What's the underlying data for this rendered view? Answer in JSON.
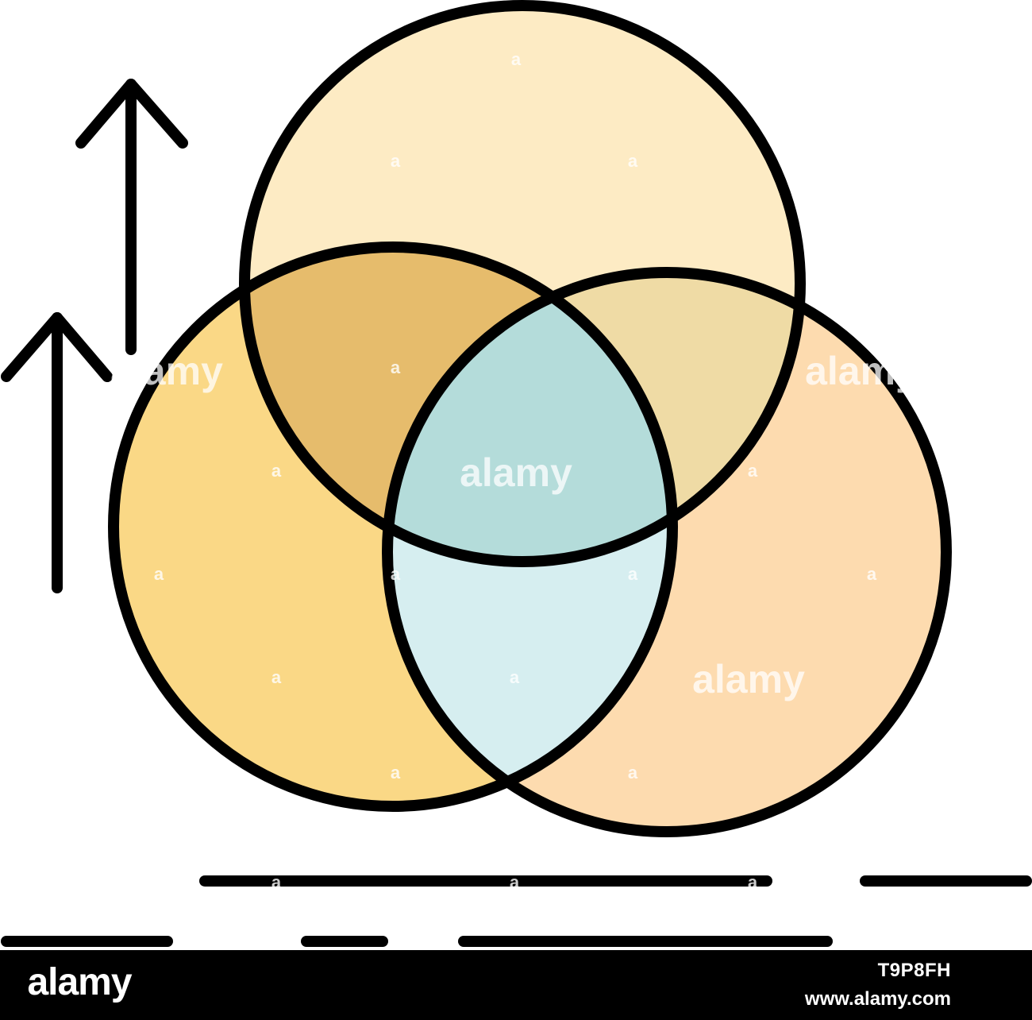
{
  "icon": {
    "name": "venn-diagram-growth-icon",
    "outline_color": "#000000",
    "fills": {
      "top_circle": "#FDEBC4",
      "left_circle": "#FAD886",
      "right_circle": "#FDDBAF",
      "top_left_overlap": "#E6BC6C",
      "top_right_overlap": "#EFDBA5",
      "center_overlap": "#B4DCDA",
      "bottom_overlap": "#D6EEF0"
    },
    "arrows": [
      "arrow-up-icon",
      "arrow-up-icon"
    ],
    "ground_lines": 5
  },
  "watermark": {
    "text": "alamy",
    "small_text": "a",
    "color": "#ffffff"
  },
  "footer": {
    "logo_text": "alamy",
    "image_id": "T9P8FH",
    "site": "www.alamy.com",
    "background": "#000000"
  }
}
